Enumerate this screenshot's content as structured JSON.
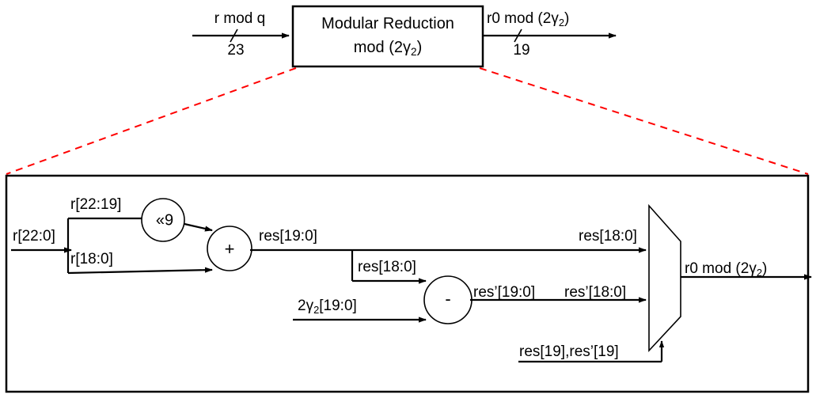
{
  "figure": {
    "title_block": {
      "name": "modular-reduction-block",
      "line1": "Modular Reduction",
      "line2_prefix": "mod (2",
      "line2_sub": "2",
      "line2_suffix": ")"
    },
    "top_level": {
      "input_signal_label": "r mod q",
      "input_width": "23",
      "output_signal_prefix": "r0 mod (2",
      "output_signal_sub": "2",
      "output_signal_suffix": ")",
      "output_width": "19"
    },
    "detail": {
      "input_bus": "r[22:0]",
      "upper_slice": "r[22:19]",
      "lower_slice": "r[18:0]",
      "shift_op": "«9",
      "add_op": "+",
      "sub_op": "-",
      "adder_out": "res[19:0]",
      "adder_out_branch": "res[18:0]",
      "constant_input_prefix": "2",
      "constant_input_sub": "2",
      "constant_input_suffix": "[19:0]",
      "mux_in0": "res[18:0]",
      "sub_out": "res’[19:0]",
      "mux_in1": "res’[18:0]",
      "mux_select": "res[19],res’[19]",
      "mux_out_prefix": "r0 mod (2",
      "mux_out_sub": "2",
      "mux_out_suffix": ")"
    },
    "colors": {
      "stroke": "#000000",
      "callout": "#ff0000",
      "background": "#ffffff"
    }
  }
}
